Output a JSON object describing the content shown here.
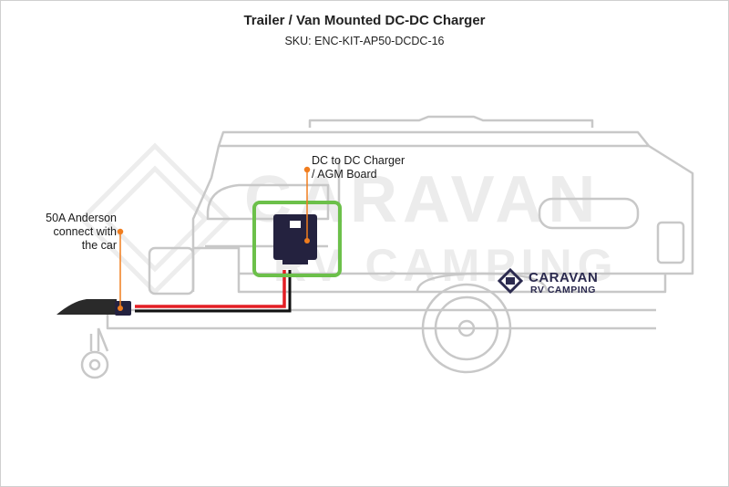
{
  "title": "Trailer / Van Mounted DC-DC Charger",
  "subtitle": "SKU: ENC-KIT-AP50-DCDC-16",
  "labels": {
    "charger": [
      "DC to DC Charger",
      "/ AGM Board"
    ],
    "anderson": [
      "50A Anderson",
      "connect with",
      "the car"
    ]
  },
  "logo": {
    "line1": "CARAVAN",
    "line2": "RV CAMPING"
  },
  "watermark": {
    "line1": "CARAVAN",
    "line2": "RV CAMPING"
  },
  "colors": {
    "outline": "#c8c8c8",
    "leader": "#f07d1e",
    "highlight": "#6cc04a",
    "device": "#24223f",
    "cable_positive": "#e31e24",
    "cable_negative": "#111111",
    "logo": "#2b2a4f"
  }
}
